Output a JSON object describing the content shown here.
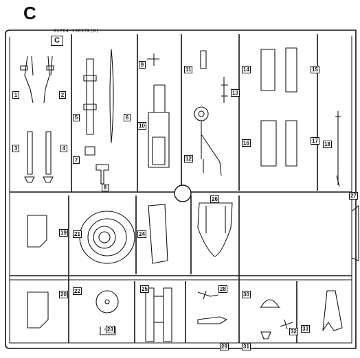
{
  "sheet": {
    "letter": "C",
    "code": "81764-198172(8)",
    "frame_tag": "C",
    "line_color": "#111111",
    "fill_color": "#ffffff"
  },
  "parts": [
    {
      "n": "1"
    },
    {
      "n": "2"
    },
    {
      "n": "3"
    },
    {
      "n": "4"
    },
    {
      "n": "5"
    },
    {
      "n": "6"
    },
    {
      "n": "7"
    },
    {
      "n": "8"
    },
    {
      "n": "9"
    },
    {
      "n": "10"
    },
    {
      "n": "11"
    },
    {
      "n": "12"
    },
    {
      "n": "13"
    },
    {
      "n": "14"
    },
    {
      "n": "15"
    },
    {
      "n": "16"
    },
    {
      "n": "17"
    },
    {
      "n": "18"
    },
    {
      "n": "19"
    },
    {
      "n": "20"
    },
    {
      "n": "21"
    },
    {
      "n": "22"
    },
    {
      "n": "23"
    },
    {
      "n": "24"
    },
    {
      "n": "25"
    },
    {
      "n": "26"
    },
    {
      "n": "27"
    },
    {
      "n": "28"
    },
    {
      "n": "29"
    },
    {
      "n": "30"
    },
    {
      "n": "31"
    },
    {
      "n": "32"
    },
    {
      "n": "33"
    }
  ]
}
